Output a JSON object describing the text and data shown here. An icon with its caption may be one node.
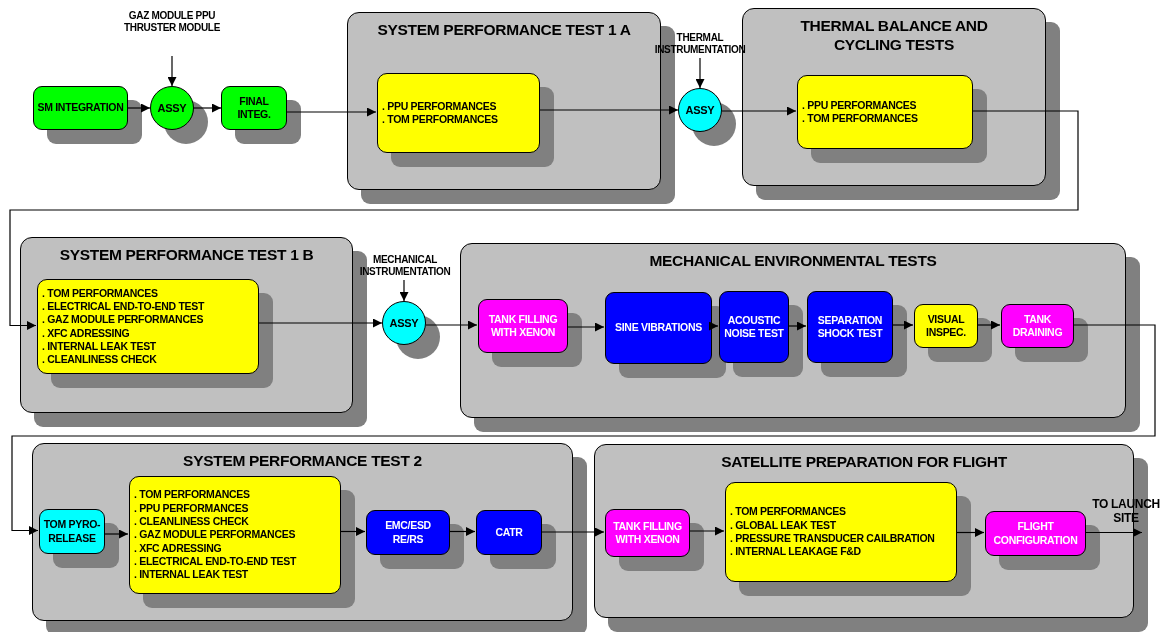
{
  "diagram": {
    "nodes": [
      {
        "text": [
          "SM INTEGRATION"
        ]
      },
      {
        "text": [
          "GAZ MODULE PPU THRUSTER MODULE"
        ]
      },
      {
        "text": [
          "ASSY"
        ]
      },
      {
        "text": [
          "FINAL INTEG."
        ]
      },
      {
        "text": [
          "SYSTEM PERFORMANCE TEST 1 A"
        ]
      },
      {
        "text": [
          ". PPU PERFORMANCES",
          ". TOM PERFORMANCES"
        ],
        "in": 4
      },
      {
        "text": [
          "THERMAL INSTRUMENTATION"
        ]
      },
      {
        "text": [
          "ASSY"
        ]
      },
      {
        "text": [
          "THERMAL BALANCE AND CYCLING TESTS"
        ]
      },
      {
        "text": [
          ". PPU PERFORMANCES",
          ". TOM PERFORMANCES"
        ],
        "in": 8
      },
      {
        "text": [
          "SYSTEM PERFORMANCE TEST 1 B"
        ]
      },
      {
        "text": [
          ". TOM PERFORMANCES",
          ". ELECTRICAL END-TO-END TEST",
          ". GAZ MODULE PERFORMANCES",
          ". XFC ADRESSING",
          ". INTERNAL LEAK TEST",
          ". CLEANLINESS CHECK"
        ],
        "in": 10
      },
      {
        "text": [
          "MECHANICAL INSTRUMENTATION"
        ]
      },
      {
        "text": [
          "ASSY"
        ]
      },
      {
        "text": [
          "MECHANICAL ENVIRONMENTAL TESTS"
        ]
      },
      {
        "text": [
          "TANK FILLING WITH XENON"
        ],
        "in": 14
      },
      {
        "text": [
          "SINE VIBRATIONS"
        ],
        "in": 14
      },
      {
        "text": [
          "ACOUSTIC NOISE TEST"
        ],
        "in": 14
      },
      {
        "text": [
          "SEPARATION SHOCK TEST"
        ],
        "in": 14
      },
      {
        "text": [
          "VISUAL INSPEC."
        ],
        "in": 14
      },
      {
        "text": [
          "TANK DRAINING"
        ],
        "in": 14
      },
      {
        "text": [
          "SYSTEM PERFORMANCE TEST 2"
        ]
      },
      {
        "text": [
          "TOM PYRO-RELEASE"
        ],
        "in": 21
      },
      {
        "text": [
          ". TOM PERFORMANCES",
          ". PPU PERFORMANCES",
          ". CLEANLINESS CHECK",
          ". GAZ MODULE PERFORMANCES",
          ". XFC ADRESSING",
          ". ELECTRICAL END-TO-END TEST",
          ". INTERNAL LEAK TEST"
        ],
        "in": 21
      },
      {
        "text": [
          "EMC/ESD RE/RS"
        ],
        "in": 21
      },
      {
        "text": [
          "CATR"
        ],
        "in": 21
      },
      {
        "text": [
          "SATELLITE PREPARATION FOR FLIGHT"
        ]
      },
      {
        "text": [
          "TANK FILLING WITH XENON"
        ],
        "in": 26
      },
      {
        "text": [
          ". TOM PERFORMANCES",
          ". GLOBAL LEAK TEST",
          ". PRESSURE TRANSDUCER CAILBRATION",
          ". INTERNAL LEAKAGE F&D"
        ],
        "in": 26
      },
      {
        "text": [
          "FLIGHT CONFIGURATION"
        ],
        "in": 26
      }
    ],
    "edges": [
      {
        "from": 0,
        "to": 2,
        "arrow": "to"
      },
      {
        "from": 1,
        "to": 2,
        "arrow": "to"
      },
      {
        "from": 2,
        "to": 3,
        "arrow": "to"
      },
      {
        "from": 3,
        "to": 5,
        "arrow": "to"
      },
      {
        "from": 5,
        "to": 7,
        "arrow": "to"
      },
      {
        "from": 6,
        "to": 7,
        "arrow": "to"
      },
      {
        "from": 7,
        "to": 9,
        "arrow": "to"
      },
      {
        "from": 9,
        "to": 11,
        "arrow": "to"
      },
      {
        "from": 11,
        "to": 13,
        "arrow": "to"
      },
      {
        "from": 12,
        "to": 13,
        "arrow": "to"
      },
      {
        "from": 13,
        "to": 15,
        "arrow": "to"
      },
      {
        "from": 15,
        "to": 16,
        "arrow": "to"
      },
      {
        "from": 16,
        "to": 17,
        "arrow": "to"
      },
      {
        "from": 17,
        "to": 18,
        "arrow": "to"
      },
      {
        "from": 18,
        "to": 19,
        "arrow": "to"
      },
      {
        "from": 19,
        "to": 20,
        "arrow": "to"
      },
      {
        "from": 20,
        "to": 22,
        "arrow": "to"
      },
      {
        "from": 22,
        "to": 23,
        "arrow": "to"
      },
      {
        "from": 23,
        "to": 24,
        "arrow": "to"
      },
      {
        "from": 24,
        "to": 25,
        "arrow": "to"
      },
      {
        "from": 25,
        "to": 27,
        "arrow": "to"
      },
      {
        "from": 27,
        "to": 28,
        "arrow": "to"
      },
      {
        "from": 28,
        "to": 29,
        "arrow": "to"
      },
      {
        "from": 29,
        "to": null,
        "arrow": "to",
        "label": "TO LAUNCH SITE"
      }
    ]
  }
}
